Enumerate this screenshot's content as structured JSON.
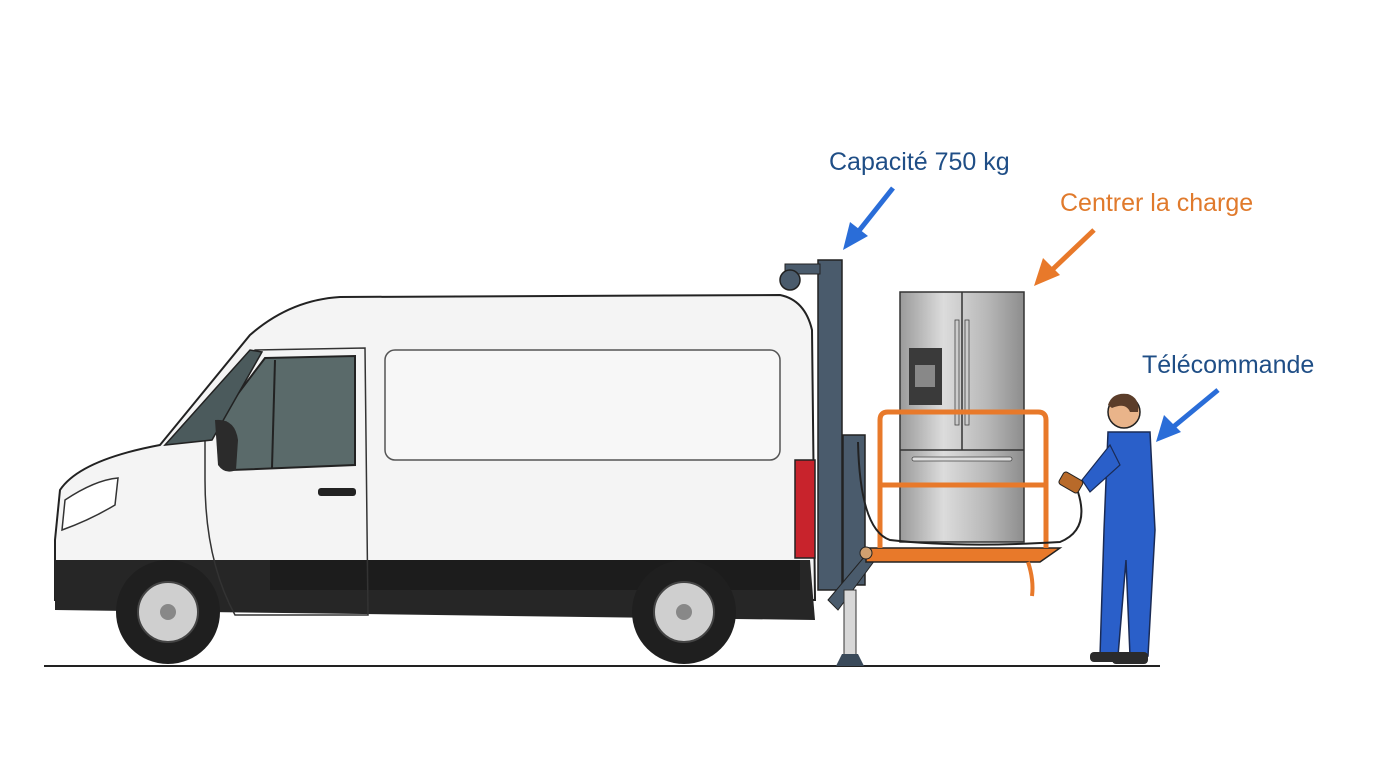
{
  "labels": {
    "capacity": "Capacité 750 kg",
    "center_load": "Centrer la charge",
    "remote": "Télécommande"
  },
  "colors": {
    "label_blue": "#1f4e86",
    "arrow_blue": "#2a6dd8",
    "orange": "#e8792a",
    "van_body": "#f4f4f4",
    "lift_steel": "#4a5b6c",
    "worker_blue": "#2a5fc9",
    "taillight_red": "#c8232c"
  }
}
